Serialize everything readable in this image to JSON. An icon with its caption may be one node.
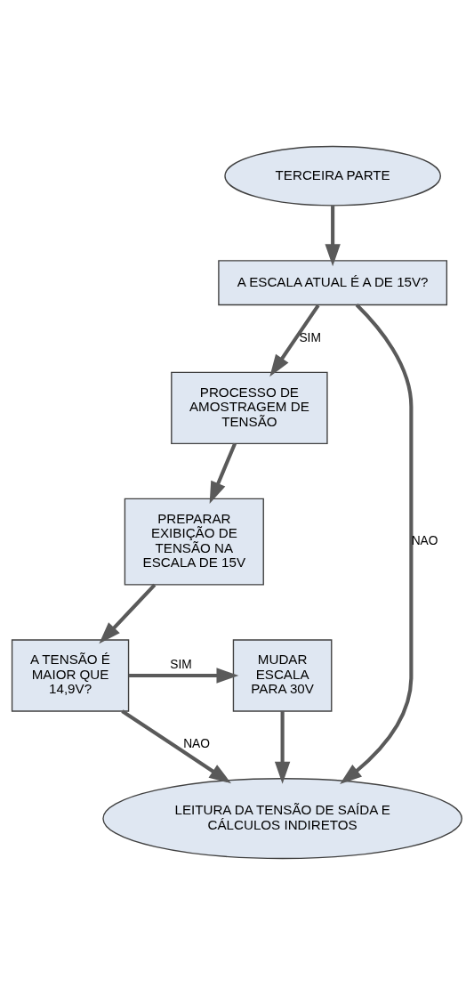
{
  "diagram": {
    "nodes": [
      {
        "text": [
          "TERCEIRA PARTE"
        ]
      },
      {
        "text": [
          "A ESCALA ATUAL É A DE 15V?"
        ]
      },
      {
        "text": [
          "PROCESSO DE AMOSTRAGEM DE TENSÃO"
        ]
      },
      {
        "text": [
          "PREPARAR EXIBIÇÃO DE TENSÃO NA ESCALA DE 15V"
        ]
      },
      {
        "text": [
          "A TENSÃO É MAIOR QUE 14,9V?"
        ]
      },
      {
        "text": [
          "MUDAR ESCALA PARA 30V"
        ]
      },
      {
        "text": [
          "LEITURA DA TENSÃO DE SAÍDA E CÁLCULOS INDIRETOS"
        ]
      }
    ],
    "edges": [
      {
        "from": 0,
        "to": 1,
        "arrow": "to"
      },
      {
        "from": 1,
        "to": 2,
        "arrow": "to",
        "label": "SIM"
      },
      {
        "from": 1,
        "to": 6,
        "arrow": "to",
        "label": "NAO"
      },
      {
        "from": 2,
        "to": 3,
        "arrow": "to"
      },
      {
        "from": 3,
        "to": 4,
        "arrow": "to"
      },
      {
        "from": 4,
        "to": 5,
        "arrow": "to",
        "label": "SIM"
      },
      {
        "from": 4,
        "to": 6,
        "arrow": "to",
        "label": "NAO"
      },
      {
        "from": 5,
        "to": 6,
        "arrow": "to"
      }
    ]
  }
}
